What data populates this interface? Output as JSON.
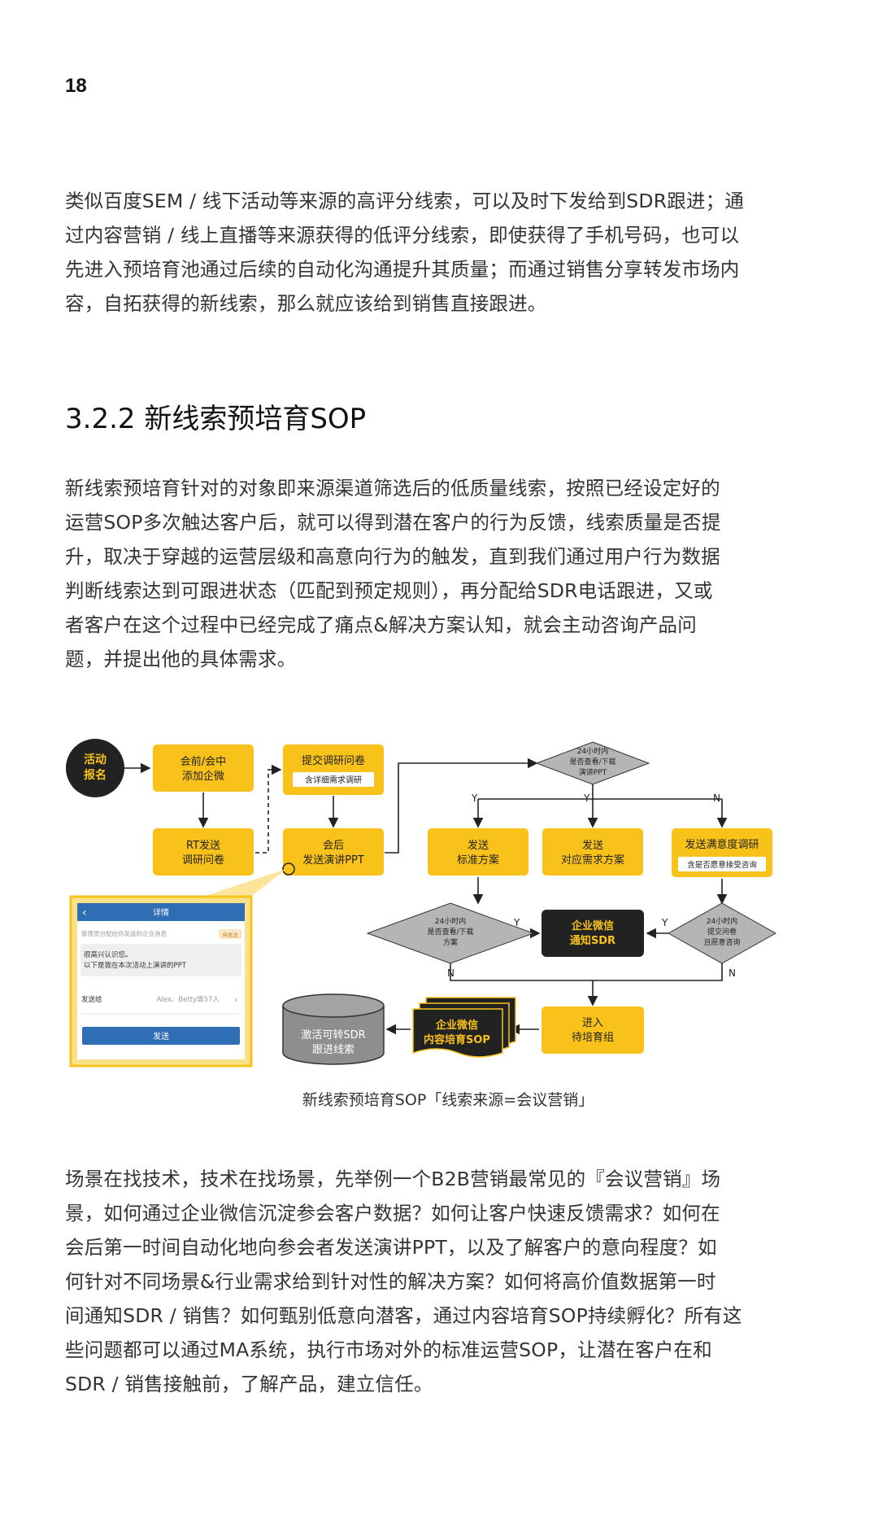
{
  "page_number": "18",
  "para1": [
    "类似百度SEM / 线下活动等来源的高评分线索，可以及时下发给到SDR跟进；通",
    "过内容营销 / 线上直播等来源获得的低评分线索，即使获得了手机号码，也可以",
    "先进入预培育池通过后续的自动化沟通提升其质量；而通过销售分享转发市场内",
    "容，自拓获得的新线索，那么就应该给到销售直接跟进。"
  ],
  "heading": "3.2.2 新线索预培育SOP",
  "para2": [
    "新线索预培育针对的对象即来源渠道筛选后的低质量线索，按照已经设定好的",
    "运营SOP多次触达客户后，就可以得到潜在客户的行为反馈，线索质量是否提",
    "升，取决于穿越的运营层级和高意向行为的触发，直到我们通过用户行为数据",
    "判断线索达到可跟进状态（匹配到预定规则），再分配给SDR电话跟进，又或",
    "者客户在这个过程中已经完成了痛点&解决方案认知，就会主动咨询产品问",
    "题，并提出他的具体需求。"
  ],
  "diagram": {
    "start": [
      "活动",
      "报名"
    ],
    "add_wecom": [
      "会前/会中",
      "添加企微"
    ],
    "rt_send": [
      "RT发送",
      "调研问卷"
    ],
    "submit_survey": "提交调研问卷",
    "survey_tag": "含详细需求调研",
    "after_meeting": [
      "会后",
      "发送演讲PPT"
    ],
    "check_ppt": [
      "24小时内",
      "是否查看/下载",
      "演讲PPT"
    ],
    "y1": "Y",
    "y2": "Y",
    "n1": "N",
    "send_standard": [
      "发送",
      "标准方案"
    ],
    "send_custom": [
      "发送",
      "对应需求方案"
    ],
    "send_satisfaction": "发送满意度调研",
    "satisfaction_tag": "含是否愿意接受咨询",
    "check_solution": [
      "24小时内",
      "是否查看/下载",
      "方案"
    ],
    "y3": "Y",
    "notify_sdr": [
      "企业微信",
      "通知SDR"
    ],
    "y4": "Y",
    "check_survey": [
      "24小时内",
      "提交问卷",
      "且愿意咨询"
    ],
    "n2": "N",
    "n3": "N",
    "pending_group": [
      "进入",
      "待培育组"
    ],
    "content_sop": [
      "企业微信",
      "内容培育SOP"
    ],
    "activate_leads": [
      "激活可转SDR",
      "跟进线索"
    ],
    "phone": {
      "back": "‹",
      "title": "详情",
      "notice": "管理员分配给你发送的企业消息",
      "badge": "待发送",
      "msg1": "很高兴认识您。",
      "msg2": "以下是我在本次活动上演讲的PPT",
      "recipient_label": "发送给",
      "recipient_value": "Alex、Betty等57人",
      "chevron": "›",
      "send_button": "发送"
    },
    "colors": {
      "yellow": "#F9C21B",
      "dark": "#222222",
      "gray": "#B5B5B5",
      "blue": "#2F6DB5"
    }
  },
  "caption": "新线索预培育SOP「线索来源=会议营销」",
  "para3": [
    "场景在找技术，技术在找场景，先举例一个B2B营销最常见的『会议营销』场",
    "景，如何通过企业微信沉淀参会客户数据？如何让客户快速反馈需求？如何在",
    "会后第一时间自动化地向参会者发送演讲PPT，以及了解客户的意向程度？如",
    "何针对不同场景&行业需求给到针对性的解决方案？如何将高价值数据第一时",
    "间通知SDR / 销售？如何甄别低意向潜客，通过内容培育SOP持续孵化？所有这",
    "些问题都可以通过MA系统，执行市场对外的标准运营SOP，让潜在客户在和",
    "SDR / 销售接触前，了解产品，建立信任。"
  ]
}
